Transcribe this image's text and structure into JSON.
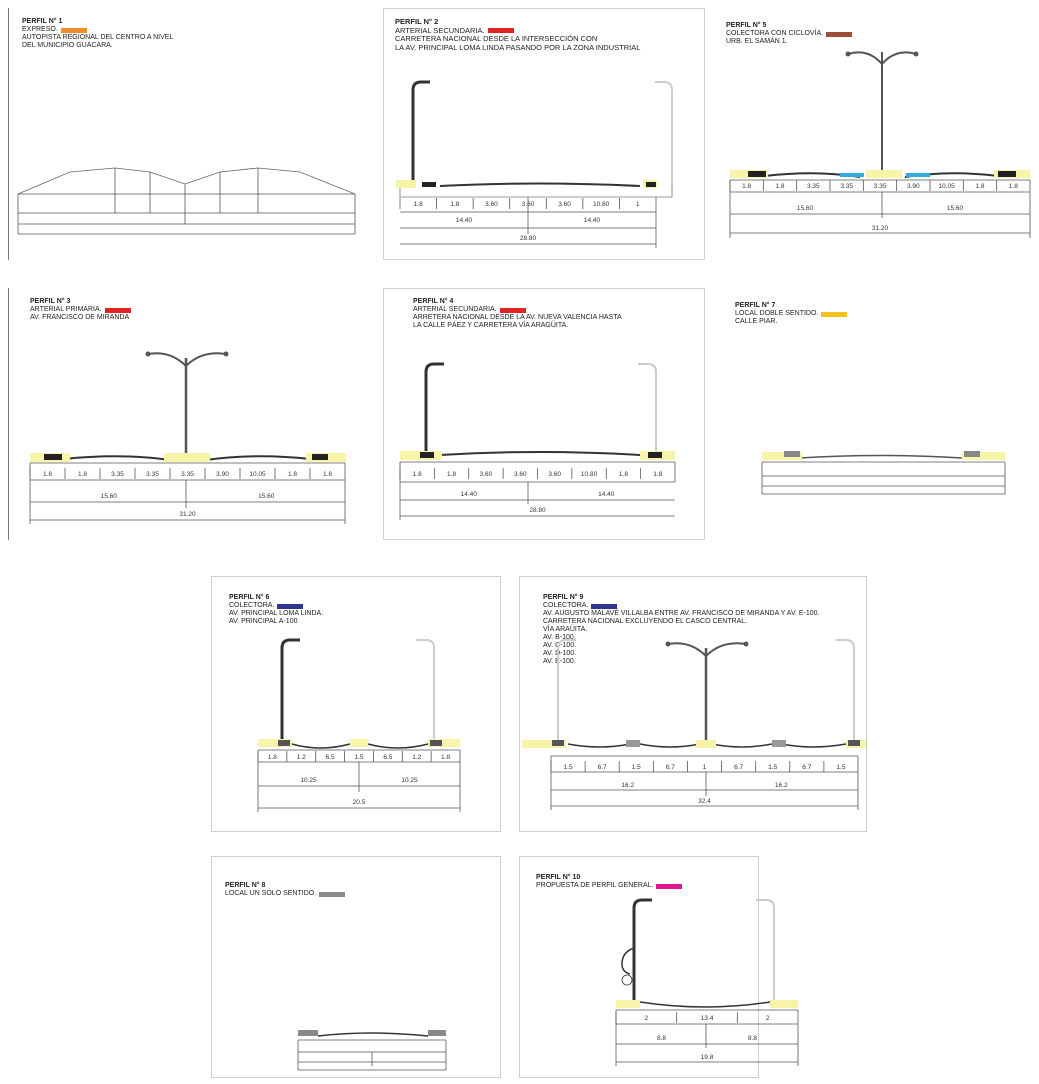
{
  "panels": [
    {
      "id": "p1",
      "title": "PERFIL N° 1",
      "lines": [
        "EXPRESO.",
        "AUTOPISTA REGIONAL DEL CENTRO A NIVEL",
        "DEL MUNICIPIO GUACARA."
      ],
      "color": "#f08c2a",
      "labels": {
        "dims": []
      }
    },
    {
      "id": "p2",
      "title": "PERFIL N° 2",
      "lines": [
        "ARTERIAL SECUNDARIA.",
        "CARRETERA NACIONAL DESDE LA INTERSECCIÓN CON",
        "LA AV. PRINCIPAL LOMA LINDA PASANDO POR LA ZONA INDUSTRIAL"
      ],
      "color": "#e02424",
      "labels": {
        "dims": [
          "1.8",
          "1.8",
          "3.60",
          "3.60",
          "3.60",
          "10.80",
          "1"
        ],
        "half": [
          "14.40",
          "14.40"
        ],
        "total": "28.80"
      }
    },
    {
      "id": "p5",
      "title": "PERFIL N° 5",
      "lines": [
        "COLECTORA CON CICLOVÍA.",
        "URB. EL SAMÁN 1."
      ],
      "color": "#9c4f36",
      "labels": {
        "dims": [
          "1.8",
          "1.8",
          "3.35",
          "3.35",
          "3.35",
          "3.90",
          "10.05",
          "1.8",
          "1.8"
        ],
        "half": [
          "15.60",
          "15.60"
        ],
        "total": "31.20"
      }
    },
    {
      "id": "p3",
      "title": "PERFIL N° 3",
      "lines": [
        "ARTERIAL PRIMARIA.",
        "AV. FRANCISCO DE MIRANDA"
      ],
      "color": "#e02424",
      "labels": {
        "dims": [
          "1.8",
          "1.8",
          "3.35",
          "3.35",
          "3.35",
          "3.90",
          "10.05",
          "1.8",
          "1.8"
        ],
        "half": [
          "15.60",
          "15.60"
        ],
        "total": "31.20"
      }
    },
    {
      "id": "p4",
      "title": "PERFIL N° 4",
      "lines": [
        "ARTERIAL SECUNDARIA.",
        "ARRETERA NACIONAL DESDE LA AV. NUEVA VALENCIA HASTA",
        "LA CALLE PÁEZ Y CARRETERA VÍA ARAGÜITA."
      ],
      "color": "#e02424",
      "labels": {
        "dims": [
          "1.8",
          "1.8",
          "3.60",
          "3.60",
          "3.60",
          "10.80",
          "1.8",
          "1.8"
        ],
        "half": [
          "14.40",
          "14.40"
        ],
        "total": "28.80"
      }
    },
    {
      "id": "p7",
      "title": "PERFIL N° 7",
      "lines": [
        "LOCAL DOBLE SENTIDO.",
        "CALLE PIAR."
      ],
      "color": "#f5c21a",
      "labels": {
        "dims": []
      }
    },
    {
      "id": "p6",
      "title": "PERFIL N° 6",
      "lines": [
        "COLECTORA.",
        "AV. PRINCIPAL LOMA LINDA.",
        "AV. PRINCIPAL A-100"
      ],
      "color": "#2e3592",
      "labels": {
        "dims": [
          "1.8",
          "1.2",
          "6.5",
          "1.5",
          "6.5",
          "1.2",
          "1.8"
        ],
        "half": [
          "10.25",
          "10.25"
        ],
        "total": "20.5"
      }
    },
    {
      "id": "p9",
      "title": "PERFIL N° 9",
      "lines": [
        "COLECTORA.",
        "AV. AUGUSTO MALAVÉ VILLALBA ENTRE AV. FRANCISCO DE MIRANDA Y AV. E-100.",
        "CARRETERA NACIONAL EXCLUYENDO EL CASCO CENTRAL.",
        "VÍA ARAÜITA.",
        "AV. B-100.",
        "AV. C-100.",
        "AV. D-100.",
        "AV. E-100."
      ],
      "color": "#2e3592",
      "labels": {
        "dims": [
          "1.5",
          "6.7",
          "1.5",
          "6.7",
          "1",
          "6.7",
          "1.5",
          "6.7",
          "1.5"
        ],
        "half": [
          "16.2",
          "16.2"
        ],
        "total": "32.4"
      }
    },
    {
      "id": "p8",
      "title": "PERFIL N° 8",
      "lines": [
        "LOCAL UN SÓLO SENTIDO."
      ],
      "color": "#8a8a8a",
      "labels": {
        "dims": []
      }
    },
    {
      "id": "p10",
      "title": "PERFIL N° 10",
      "lines": [
        "PROPUESTA DE PERFIL GENERAL."
      ],
      "color": "#e0168c",
      "labels": {
        "dims": [
          "2",
          "13.4",
          "2"
        ],
        "half": [
          "8.8",
          "8.8"
        ],
        "total": "19.8"
      }
    }
  ]
}
